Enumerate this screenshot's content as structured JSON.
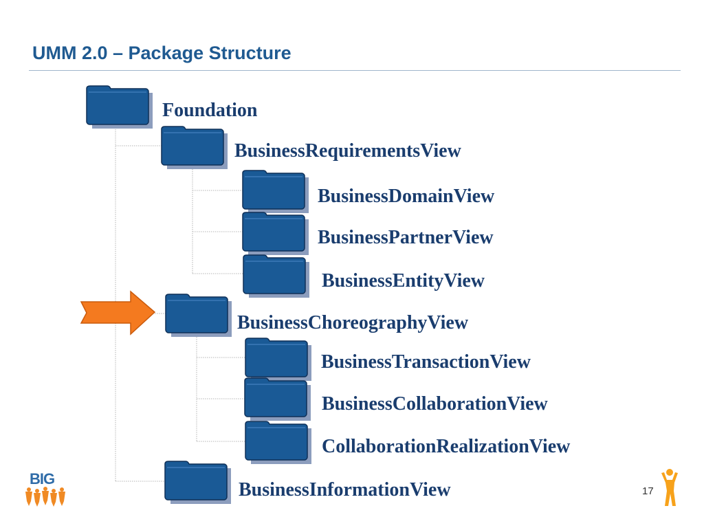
{
  "slide": {
    "title": "UMM 2.0 – Package Structure",
    "page_number": "17"
  },
  "logo": {
    "text": "BIG"
  },
  "packages": [
    {
      "id": "foundation",
      "label": "Foundation",
      "level": 0
    },
    {
      "id": "requirements",
      "label": "BusinessRequirementsView",
      "level": 1
    },
    {
      "id": "domain",
      "label": "BusinessDomainView",
      "level": 2
    },
    {
      "id": "partner",
      "label": "BusinessPartnerView",
      "level": 2
    },
    {
      "id": "entity",
      "label": "BusinessEntityView",
      "level": 2
    },
    {
      "id": "choreography",
      "label": "BusinessChoreographyView",
      "level": 1,
      "highlighted": true
    },
    {
      "id": "transaction",
      "label": "BusinessTransactionView",
      "level": 2
    },
    {
      "id": "collaboration",
      "label": "BusinessCollaborationView",
      "level": 2
    },
    {
      "id": "realization",
      "label": "CollaborationRealizationView",
      "level": 2
    },
    {
      "id": "information",
      "label": "BusinessInformationView",
      "level": 1
    }
  ],
  "colors": {
    "title": "#1f5a91",
    "folder_fill": "#1a5a96",
    "folder_shadow": "#8c9dbd",
    "arrow": "#f47a1f"
  },
  "icons": {
    "folder": "folder-icon",
    "pointer": "arrow-right-icon",
    "mascot": "person-icon"
  }
}
